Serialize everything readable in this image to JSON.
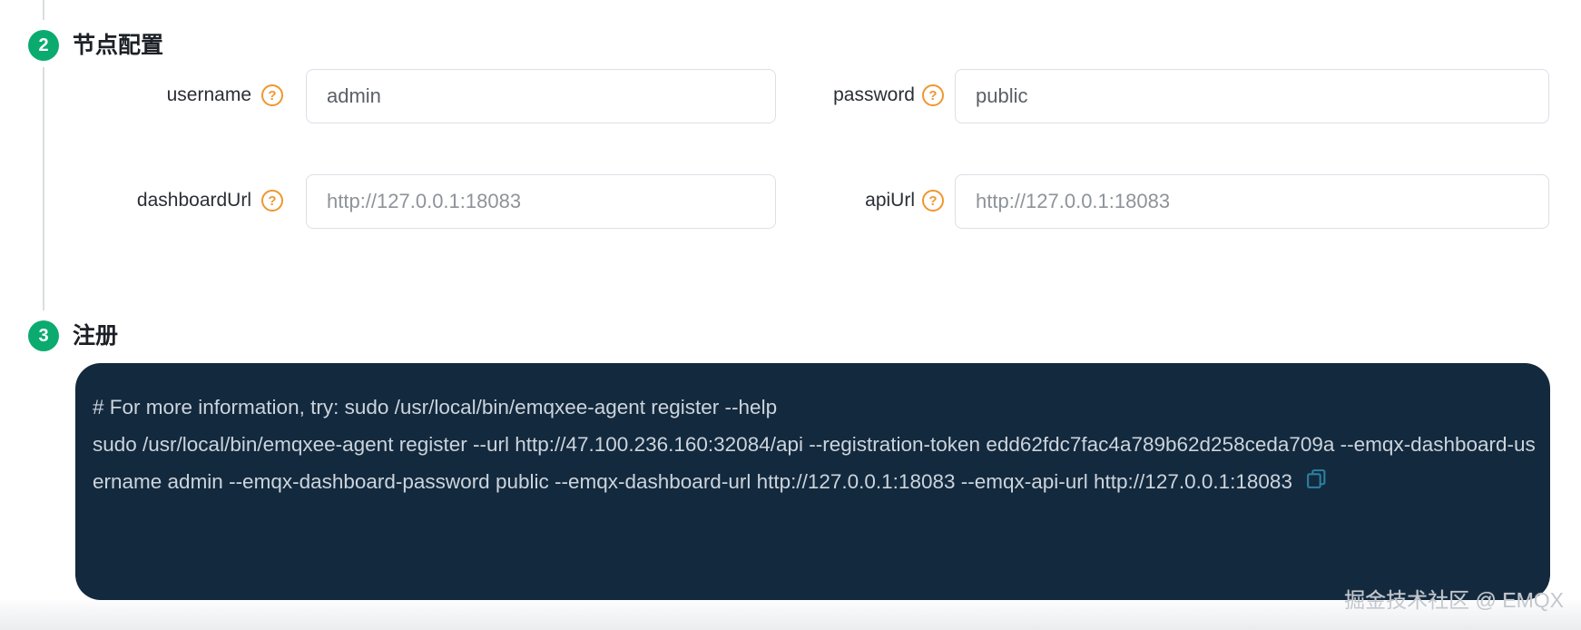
{
  "step2": {
    "number": "2",
    "title": "节点配置"
  },
  "step3": {
    "number": "3",
    "title": "注册"
  },
  "form": {
    "username": {
      "label": "username",
      "value": "admin"
    },
    "password": {
      "label": "password",
      "value": "public"
    },
    "dashboardUrl": {
      "label": "dashboardUrl",
      "placeholder": "http://127.0.0.1:18083"
    },
    "apiUrl": {
      "label": "apiUrl",
      "placeholder": "http://127.0.0.1:18083"
    }
  },
  "icons": {
    "help_glyph": "?"
  },
  "register": {
    "comment": "# For more information, try: sudo /usr/local/bin/emqxee-agent register --help",
    "command": "sudo /usr/local/bin/emqxee-agent register --url http://47.100.236.160:32084/api --registration-token edd62fdc7fac4a789b62d258ceda709a --emqx-dashboard-username admin --emqx-dashboard-password public --emqx-dashboard-url http://127.0.0.1:18083 --emqx-api-url http://127.0.0.1:18083"
  },
  "watermark": "掘金技术社区 @ EMQX",
  "colors": {
    "step_green": "#0bab70",
    "help_orange": "#f0962e",
    "code_background": "#13293e",
    "code_text": "#ccd4dc",
    "copy_teal": "#2d80a1",
    "input_border": "#dcdfe6"
  }
}
